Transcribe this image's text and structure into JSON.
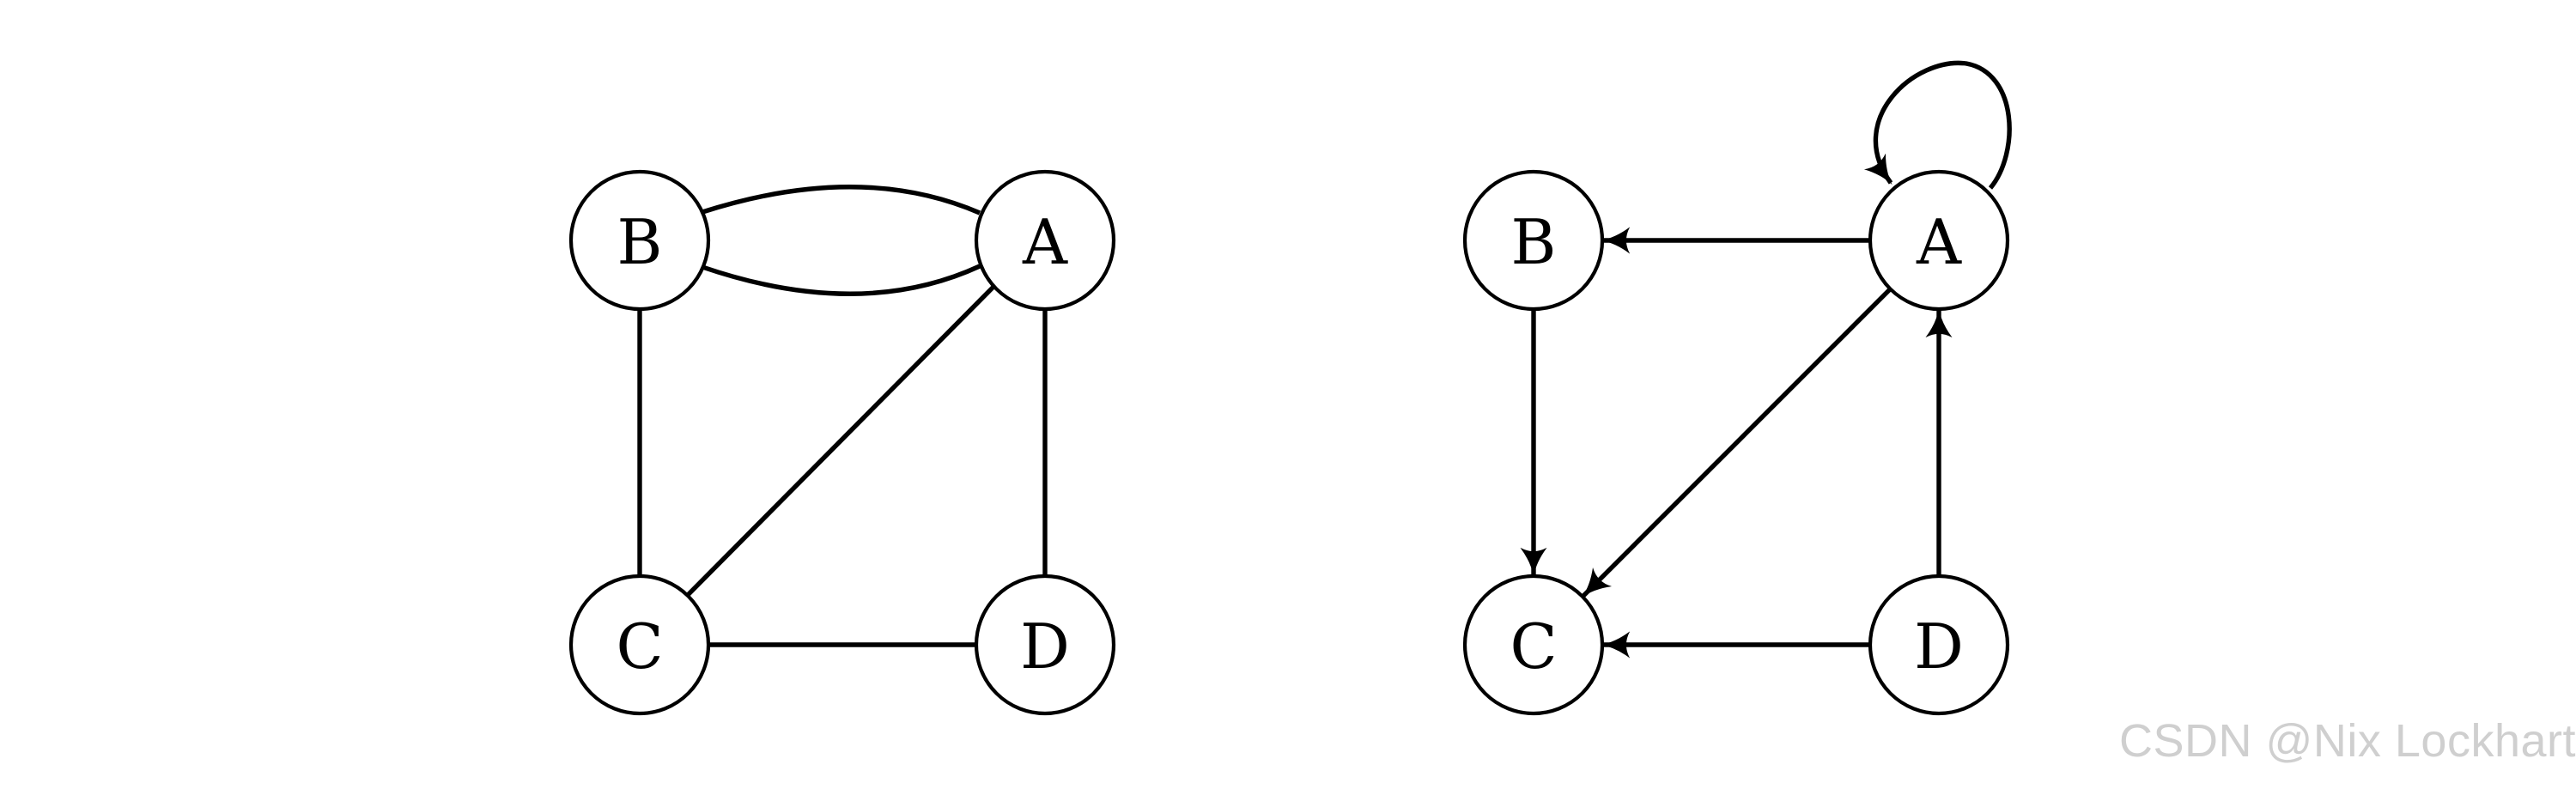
{
  "colors": {
    "stroke": "#000000",
    "background": "#ffffff",
    "watermark": "#cfcfcf"
  },
  "graphs": [
    {
      "id": "undirected",
      "nodes": {
        "B": "B",
        "A": "A",
        "C": "C",
        "D": "D"
      },
      "edges": [
        [
          "B",
          "A"
        ],
        [
          "B",
          "A"
        ],
        [
          "B",
          "C"
        ],
        [
          "A",
          "C"
        ],
        [
          "A",
          "D"
        ],
        [
          "C",
          "D"
        ]
      ]
    },
    {
      "id": "directed",
      "nodes": {
        "B": "B",
        "A": "A",
        "C": "C",
        "D": "D"
      },
      "edges": [
        [
          "A",
          "A"
        ],
        [
          "A",
          "B"
        ],
        [
          "B",
          "C"
        ],
        [
          "A",
          "C"
        ],
        [
          "D",
          "A"
        ],
        [
          "D",
          "C"
        ]
      ]
    }
  ],
  "watermark": "CSDN @Nix Lockhart"
}
